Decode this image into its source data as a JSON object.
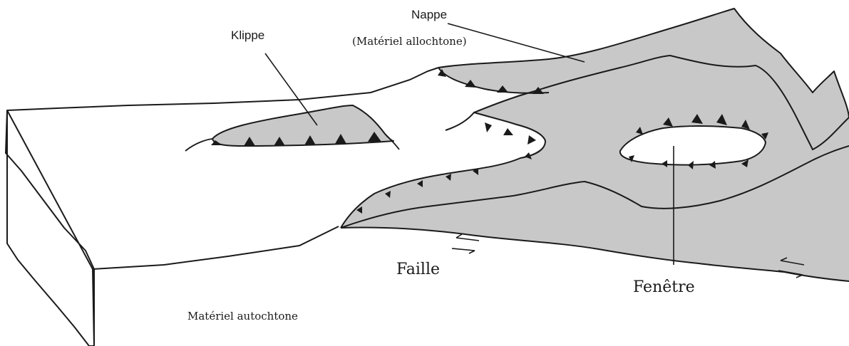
{
  "labels": {
    "nappe": "Nappe",
    "materiel_allochtone": "(Matériel allochtone)",
    "klippe": "Klippe",
    "faille": "Faille",
    "fenetre": "Fenêtre",
    "materiel_autochtone": "Matériel autochtone"
  },
  "colors": {
    "allochthonous_fill": "#c8c8c8",
    "autochthonous_fill": "#ffffff",
    "outline": "#1a1a1a"
  }
}
